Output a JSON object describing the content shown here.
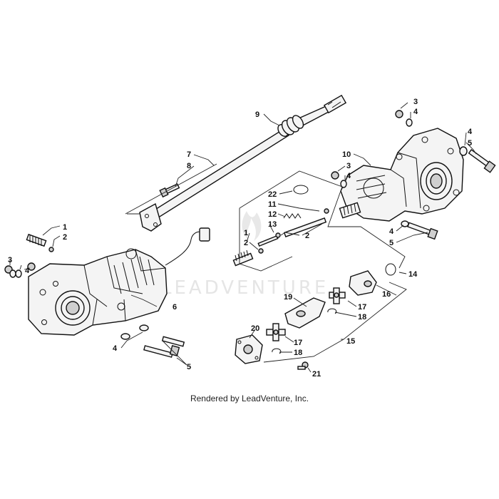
{
  "callouts": {
    "c1a": "1",
    "c2a": "2",
    "c3a": "3",
    "c4a": "4",
    "c4b": "4",
    "c5a": "5",
    "c6": "6",
    "c9": "9",
    "c7": "7",
    "c8": "8",
    "c3b": "3",
    "c4c": "4",
    "c4d": "4",
    "c5b": "5",
    "c10": "10",
    "c3c": "3",
    "c4e": "4",
    "c22": "22",
    "c11": "11",
    "c12": "12",
    "c13": "13",
    "c1b": "1",
    "c2b": "2",
    "c2c": "2",
    "c4f": "4",
    "c5c": "5",
    "c14": "14",
    "c19": "19",
    "c17a": "17",
    "c18a": "18",
    "c16": "16",
    "c20": "20",
    "c17b": "17",
    "c18b": "18",
    "c15": "15",
    "c21": "21"
  },
  "watermark": "LEADVENTURE",
  "credit": "Rendered by LeadVenture, Inc."
}
